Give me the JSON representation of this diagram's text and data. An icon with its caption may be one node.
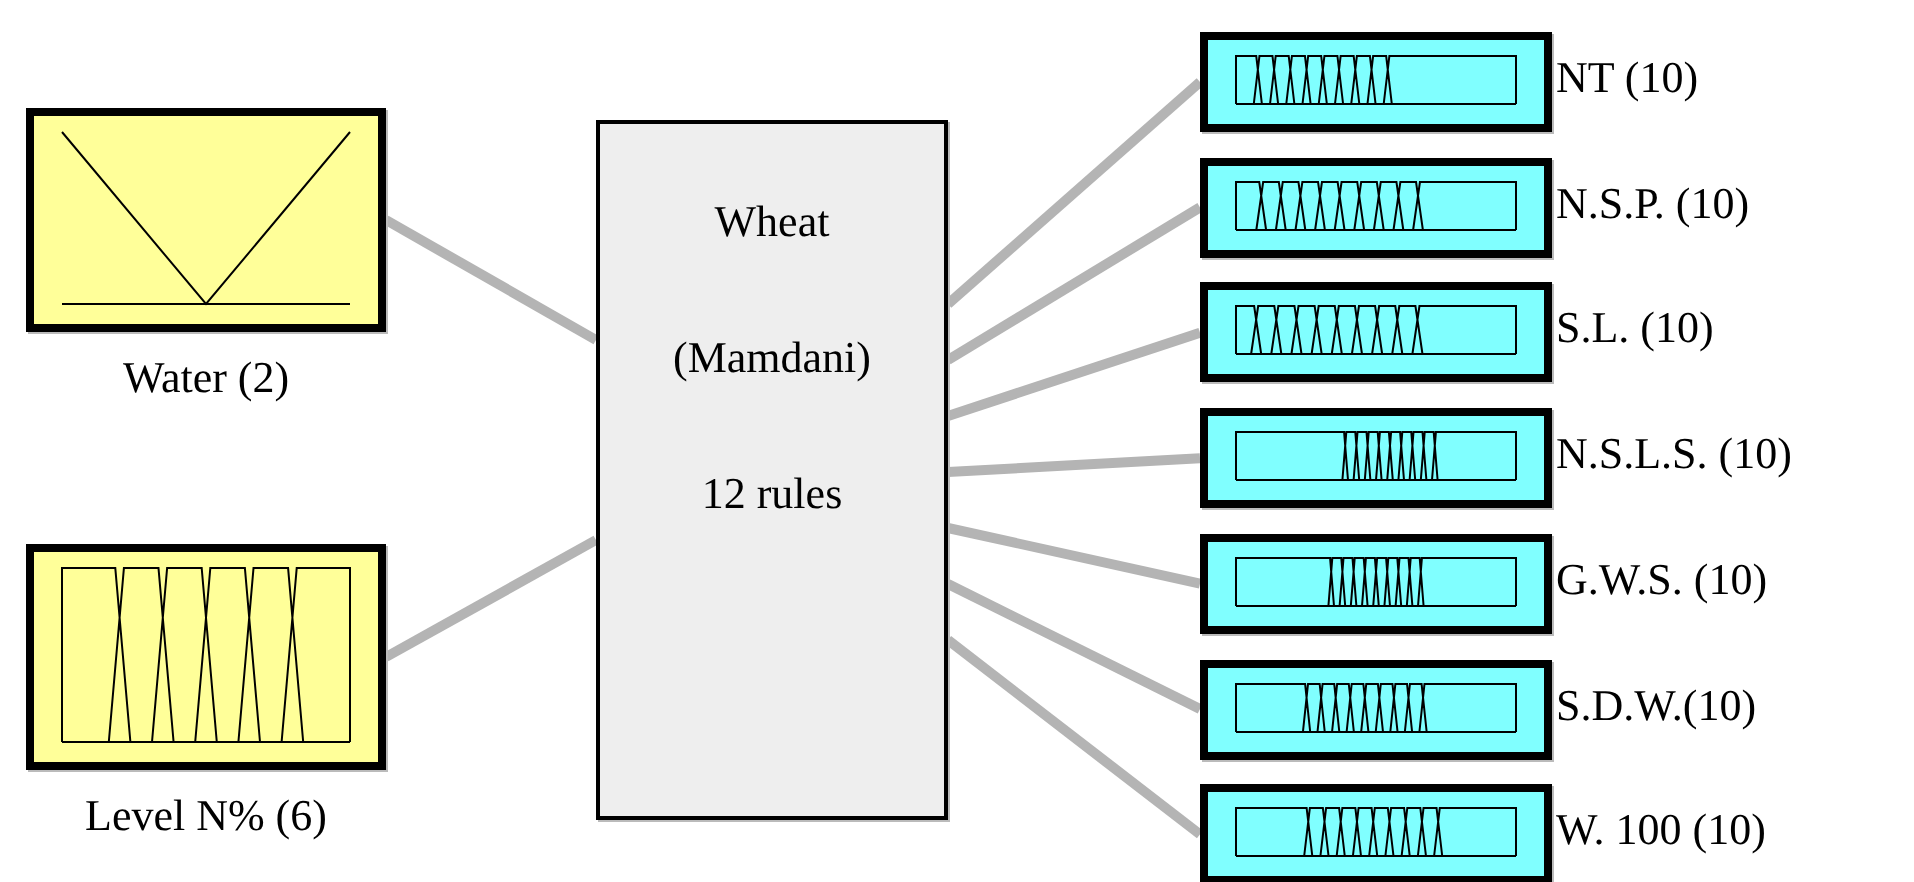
{
  "diagram": {
    "nodes": [
      {
        "text": [
          "Water (2)"
        ]
      },
      {
        "text": [
          "Level N% (6)"
        ]
      },
      {
        "text": [
          "Wheat",
          "(Mamdani)",
          "12 rules"
        ]
      },
      {
        "text": [
          "NT (10)"
        ]
      },
      {
        "text": [
          "N.S.P. (10)"
        ]
      },
      {
        "text": [
          "S.L. (10)"
        ]
      },
      {
        "text": [
          "N.S.L.S. (10)"
        ]
      },
      {
        "text": [
          "G.W.S. (10)"
        ]
      },
      {
        "text": [
          "S.D.W.(10)"
        ]
      },
      {
        "text": [
          "W. 100 (10)"
        ]
      }
    ],
    "edges": [
      {
        "from": 0,
        "to": 2,
        "arrow": "none"
      },
      {
        "from": 1,
        "to": 2,
        "arrow": "none"
      },
      {
        "from": 2,
        "to": 3,
        "arrow": "none"
      },
      {
        "from": 2,
        "to": 4,
        "arrow": "none"
      },
      {
        "from": 2,
        "to": 5,
        "arrow": "none"
      },
      {
        "from": 2,
        "to": 6,
        "arrow": "none"
      },
      {
        "from": 2,
        "to": 7,
        "arrow": "none"
      },
      {
        "from": 2,
        "to": 8,
        "arrow": "none"
      },
      {
        "from": 2,
        "to": 9,
        "arrow": "none"
      }
    ]
  }
}
